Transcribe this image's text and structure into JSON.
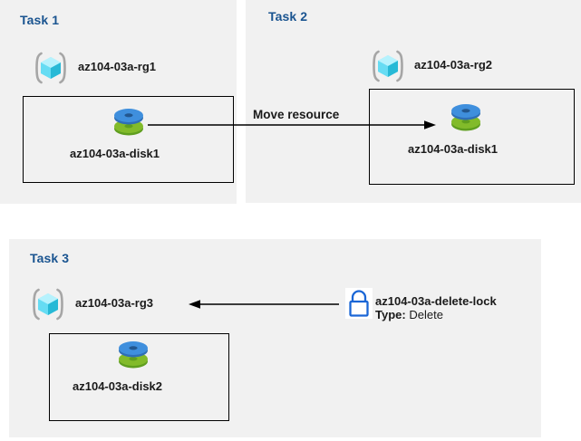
{
  "diagram": {
    "title": "Azure resource group, resource move and delete lock diagram",
    "colors": {
      "panel_background": "#f1f1f1",
      "panel_title": "#1a5490",
      "box_border": "#000000",
      "lock_blue": "#1a66d6",
      "disk_blue": "#3f8fdd",
      "disk_green": "#7ab929",
      "rg_cube_cyan": "#7fe5f7",
      "rg_bracket_gray": "#a6a6a6",
      "arrow": "#000000",
      "label_text": "#1a1a1a"
    }
  },
  "panels": [
    {
      "id": "task1",
      "title": "Task 1",
      "resource_group": {
        "label": "az104-03a-rg1",
        "icon": "resource-group-icon"
      },
      "resource": {
        "label": "az104-03a-disk1",
        "icon": "managed-disk-icon"
      }
    },
    {
      "id": "task2",
      "title": "Task 2",
      "resource_group": {
        "label": "az104-03a-rg2",
        "icon": "resource-group-icon"
      },
      "resource": {
        "label": "az104-03a-disk1",
        "icon": "managed-disk-icon"
      }
    },
    {
      "id": "task3",
      "title": "Task 3",
      "resource_group": {
        "label": "az104-03a-rg3",
        "icon": "resource-group-icon"
      },
      "resource": {
        "label": "az104-03a-disk2",
        "icon": "managed-disk-icon"
      },
      "lock": {
        "label": "az104-03a-delete-lock",
        "type_key": "Type:",
        "type_value": "Delete",
        "icon": "padlock-icon"
      }
    }
  ],
  "connectors": [
    {
      "id": "move-resource",
      "label": "Move resource",
      "direction": "right",
      "from": "az104-03a-disk1 (Task 1)",
      "to": "az104-03a-disk1 (Task 2)"
    },
    {
      "id": "lock-applies-to",
      "label": "",
      "direction": "left",
      "from": "az104-03a-delete-lock",
      "to": "az104-03a-rg3"
    }
  ]
}
